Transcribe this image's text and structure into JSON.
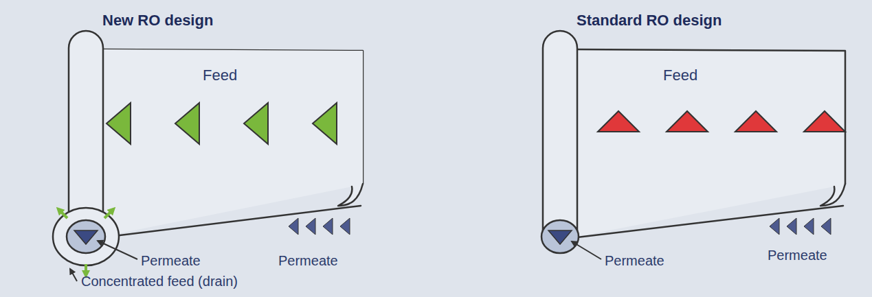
{
  "diagram": {
    "labels": [
      "New RO design",
      "Standard RO design",
      "Feed",
      "Permeate",
      "Permeate",
      "Concentrated feed (drain)",
      "Feed",
      "Permeate",
      "Permeate"
    ]
  }
}
